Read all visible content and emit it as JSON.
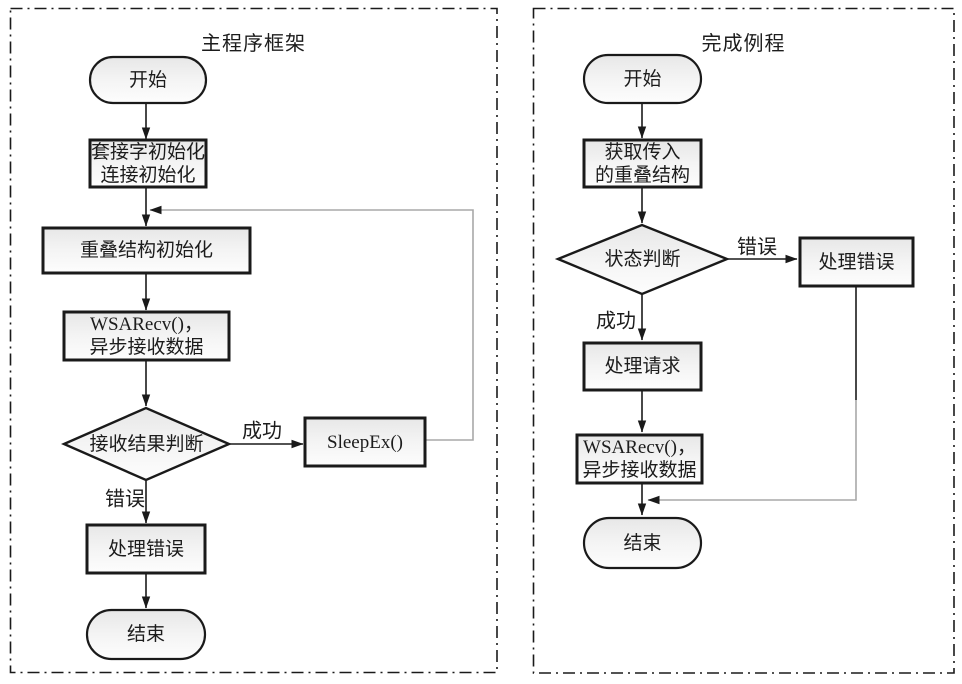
{
  "diagram": {
    "kind": "flowchart-pair",
    "colors": {
      "background": "#ffffff",
      "shape_border": "#1a1a1a",
      "shape_fill_top": "#e8e8e8",
      "shape_fill_bottom": "#fcfcfc",
      "connector": "#1a1a1a",
      "loop_connector": "#a8a8a8",
      "text": "#1c1c1c"
    },
    "panels": [
      {
        "title": "主程序框架",
        "nodes": {
          "start": "开始",
          "init": "套接字初始化\n连接初始化",
          "overlapped": "重叠结构初始化",
          "wsarecv": "WSARecv()，\n异步接收数据",
          "decision": "接收结果判断",
          "sleepex": "SleepEx()",
          "handle_error": "处理错误",
          "end": "结束"
        },
        "edge_labels": {
          "success": "成功",
          "error": "错误"
        }
      },
      {
        "title": "完成例程",
        "nodes": {
          "start": "开始",
          "get_overlapped": "获取传入\n的重叠结构",
          "decision": "状态判断",
          "handle_error": "处理错误",
          "handle_request": "处理请求",
          "wsarecv": "WSARecv()，\n异步接收数据",
          "end": "结束"
        },
        "edge_labels": {
          "success": "成功",
          "error": "错误"
        }
      }
    ]
  }
}
